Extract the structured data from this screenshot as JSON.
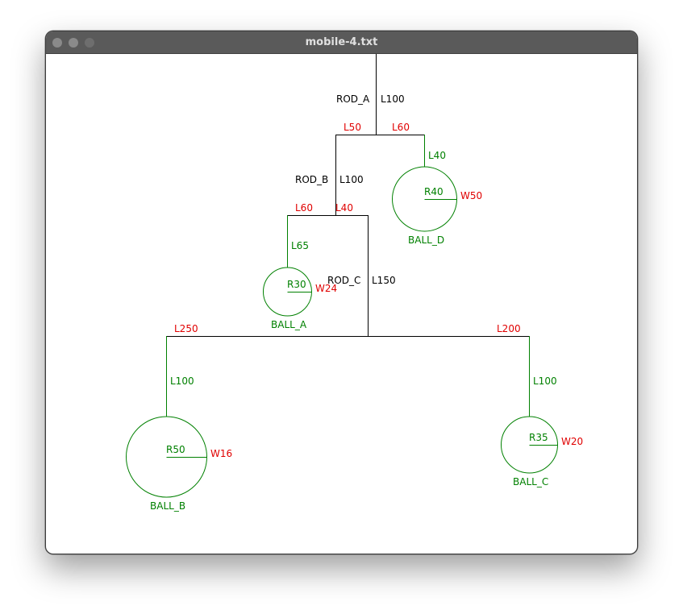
{
  "window": {
    "title": "mobile-4.txt"
  },
  "rods": {
    "a": {
      "name": "ROD_A",
      "length": "L100",
      "left_arm": "L50",
      "right_arm": "L60"
    },
    "b": {
      "name": "ROD_B",
      "length": "L100",
      "left_arm": "L60",
      "right_arm": "L40"
    },
    "c": {
      "name": "ROD_C",
      "length": "L150",
      "left_arm": "L250",
      "right_arm": "L200"
    }
  },
  "balls": {
    "a": {
      "name": "BALL_A",
      "string": "L65",
      "radius": "R30",
      "weight": "W24"
    },
    "b": {
      "name": "BALL_B",
      "string": "L100",
      "radius": "R50",
      "weight": "W16"
    },
    "c": {
      "name": "BALL_C",
      "string": "L100",
      "radius": "R35",
      "weight": "W20"
    },
    "d": {
      "name": "BALL_D",
      "string": "L40",
      "radius": "R40",
      "weight": "W50"
    }
  },
  "colors": {
    "rod": "#000000",
    "arm_label": "#e00000",
    "ball": "#008000",
    "weight_label": "#e00000"
  }
}
